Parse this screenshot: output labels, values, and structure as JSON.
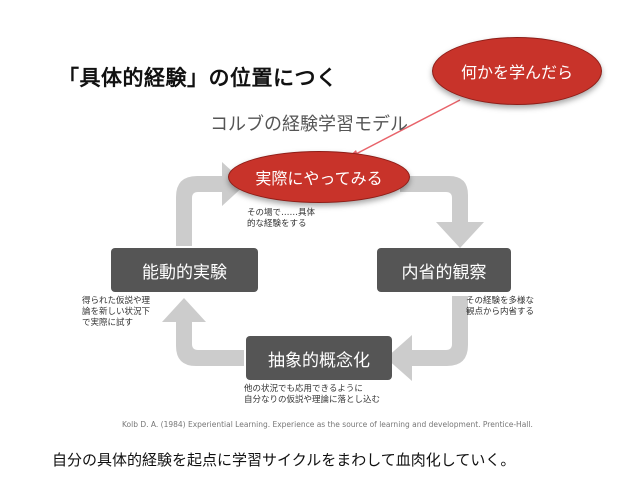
{
  "slide": {
    "title": "「具体的経験」の位置につく",
    "model_title": "コルブの経験学習モデル",
    "bubble": "何かを学んだら",
    "citation": "Kolb D. A. (1984) Experiential  Learning. Experience as the source of  learning and development. Prentice-Hall.",
    "caption": "自分の具体的経験を起点に学習サイクルをまわして血肉化していく。"
  },
  "cycle": {
    "concrete_experience": {
      "label": "実際にやってみる",
      "note": [
        "その場で……具体",
        "的な経験をする"
      ]
    },
    "reflective_observation": {
      "label": "内省的観察",
      "note": [
        "その経験を多様な",
        "観点から内省する"
      ]
    },
    "abstract_conceptualization": {
      "label": "抽象的概念化",
      "note": [
        "他の状況でも応用できるように",
        "自分なりの仮説や理論に落とし込む"
      ]
    },
    "active_experimentation": {
      "label": "能動的実験",
      "note": [
        "得られた仮説や理",
        "論を新しい状況下",
        "で実際に試す"
      ]
    }
  },
  "colors": {
    "arrow_gray": "#cccccc",
    "node_gray": "#555555",
    "accent_red": "#c8332a",
    "pointer_red": "#e8636a"
  }
}
